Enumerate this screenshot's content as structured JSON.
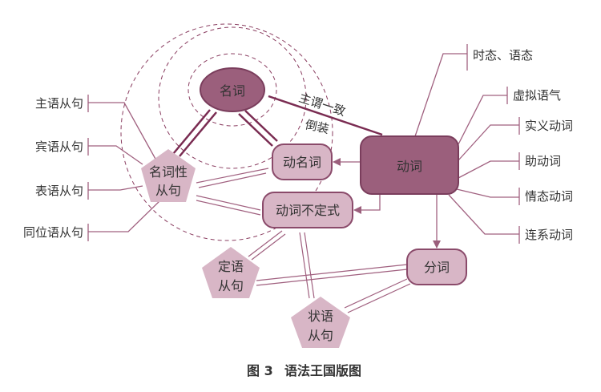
{
  "nodes": {
    "noun": "名词",
    "verb": "动词",
    "gerund": "动名词",
    "infinitive": "动词不定式",
    "participle": "分词",
    "noun_clause": [
      "名词性",
      "从句"
    ],
    "attributive_clause": [
      "定语",
      "从句"
    ],
    "adverbial_clause": [
      "状语",
      "从句"
    ]
  },
  "edge_labels": {
    "agreement": "主谓一致",
    "inversion": "倒装"
  },
  "noun_clause_types": [
    "主语从句",
    "宾语从句",
    "表语从句",
    "同位语从句"
  ],
  "verb_topics": [
    "时态、语态",
    "虚拟语气",
    "实义动词",
    "助动词",
    "情态动词",
    "连系动词"
  ],
  "caption": {
    "figure": "图 3",
    "title": "语法王国版图"
  },
  "colors": {
    "dark": "#9b5f7c",
    "light": "#d8b6c6",
    "line": "#a0607f"
  }
}
